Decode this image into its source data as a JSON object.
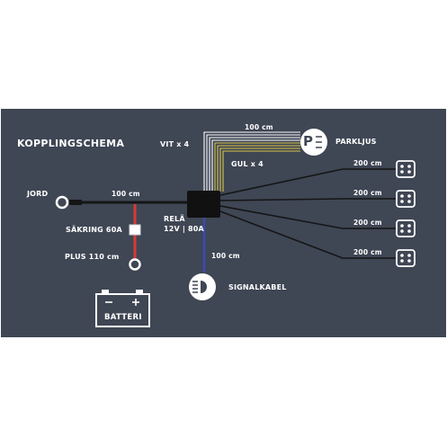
{
  "title": "KOPPLINGSCHEMA",
  "labels": {
    "vit": "VIT x 4",
    "gul": "GUL x 4",
    "park_length": "100 cm",
    "parkljus": "PARKLJUS",
    "jord": "JORD",
    "jord_length": "100 cm",
    "sakring": "SÄKRING 60A",
    "plus": "PLUS 110 cm",
    "rela": "RELÄ",
    "rela_spec": "12V | 80A",
    "signal_length": "100 cm",
    "signalkabel": "SIGNALKABEL",
    "batteri": "BATTERI",
    "park_symbol": "P"
  },
  "outputs": [
    {
      "length": "200 cm"
    },
    {
      "length": "200 cm"
    },
    {
      "length": "200 cm"
    },
    {
      "length": "200 cm"
    }
  ],
  "battery_terminals": [
    "−",
    "+"
  ],
  "colors": {
    "panel": "#3f4654",
    "wire_black": "#151515",
    "wire_red": "#d63a34",
    "wire_blue": "#3a4bb0",
    "wire_white": "#ffffff",
    "wire_yellow": "#d8c64a",
    "text": "#ffffff"
  },
  "icons": {
    "ground": "ring-terminal-icon",
    "fuse": "fuse-icon",
    "battery": "battery-icon",
    "relay": "relay-box-icon",
    "signal": "headlight-icon",
    "park": "parking-light-icon",
    "connector": "four-pin-connector-icon"
  }
}
